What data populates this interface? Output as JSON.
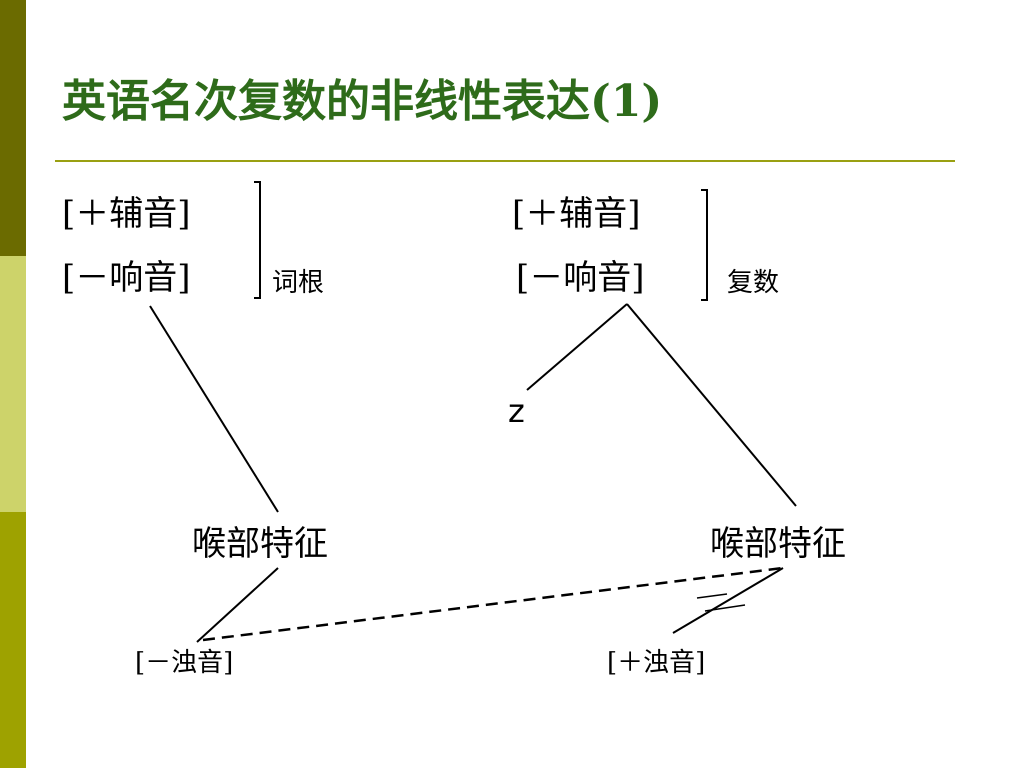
{
  "title": "英语名次复数的非线性表达(1)",
  "colors": {
    "title": "#2e6b1a",
    "rule": "#9aa012",
    "bar_top": "#6b6b00",
    "bar_mid": "#cdd36a",
    "bar_bottom": "#9ea200"
  },
  "left_structure": {
    "feature_1": "[＋辅音]",
    "feature_2": "[－响音]",
    "bracket_label": "词根",
    "node": "喉部特征",
    "value": "[－浊音]"
  },
  "right_structure": {
    "feature_1": "[＋辅音]",
    "feature_2": "[－响音]",
    "bracket_label": "复数",
    "branch_segment": "z",
    "node": "喉部特征",
    "value": "[＋浊音]"
  }
}
